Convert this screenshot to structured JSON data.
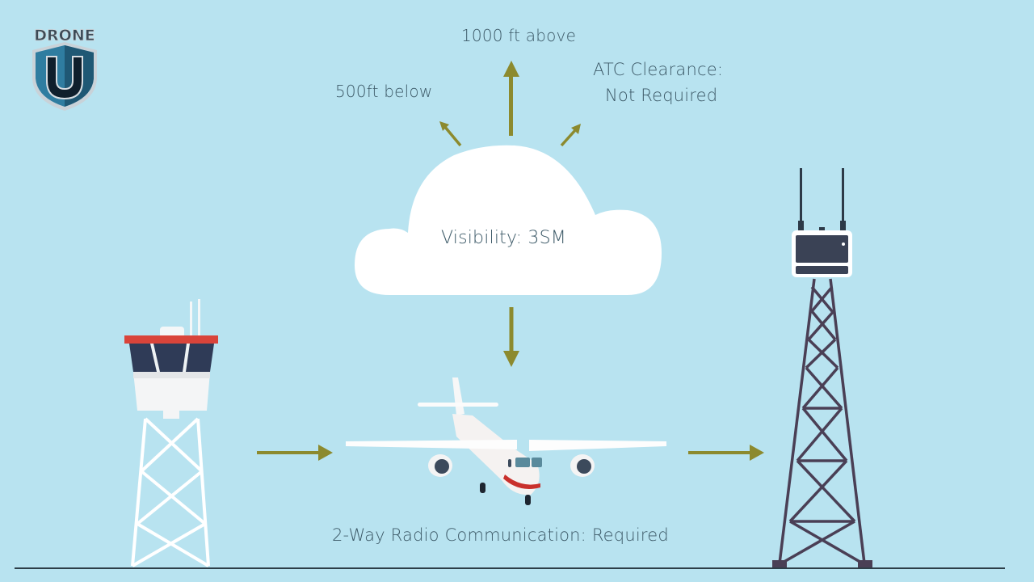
{
  "logo": {
    "text": "DRONE",
    "letter": "U",
    "shield_color": "#2a6f8f"
  },
  "labels": {
    "above": "1000 ft above",
    "below": "500ft below",
    "atc_line1": "ATC Clearance:",
    "atc_line2": "Not Required",
    "visibility": "Visibility: 3SM",
    "radio": "2-Way Radio Communication: Required"
  },
  "colors": {
    "background": "#b8e3f0",
    "arrow": "#8c8a2e",
    "text": "#3d5a68",
    "tower_roof": "#d9443a",
    "tower_window": "#2f3b57",
    "radio_tower": "#4a3f55",
    "ground_line": "#2d3e48"
  },
  "elements": {
    "cloud": "cloud",
    "airplane": "airplane",
    "control_tower": "atc-control-tower",
    "radio_tower": "radio-tower"
  }
}
